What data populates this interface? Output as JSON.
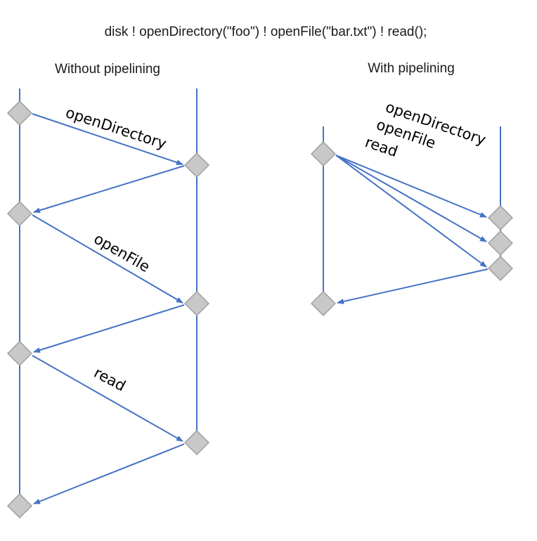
{
  "header": {
    "code_line": "disk ! openDirectory(\"foo\") ! openFile(\"bar.txt\") ! read();"
  },
  "left": {
    "title": "Without pipelining",
    "messages": [
      "openDirectory",
      "openFile",
      "read"
    ]
  },
  "right": {
    "title": "With pipelining",
    "messages": [
      "openDirectory",
      "openFile",
      "read"
    ]
  },
  "colors": {
    "line": "#4472c4",
    "node_fill": "#c8c8c8",
    "node_stroke": "#a0a0a0",
    "text": "#000000"
  }
}
